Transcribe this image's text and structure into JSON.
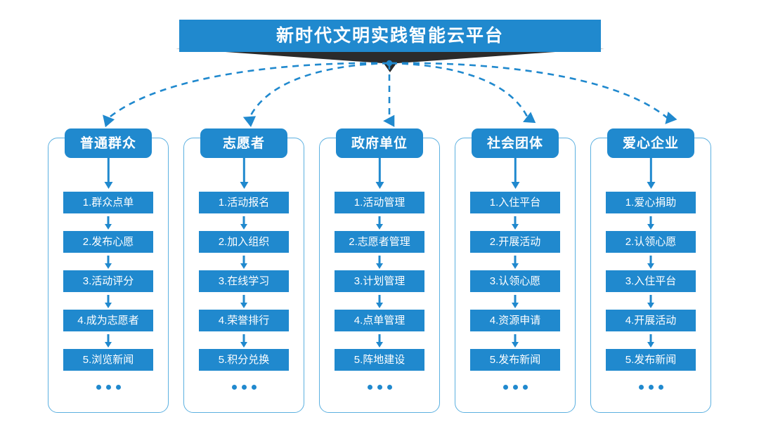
{
  "banner": {
    "title": "新时代文明实践智能云平台"
  },
  "columns": [
    {
      "header": "普通群众",
      "items": [
        "1.群众点单",
        "2.发布心愿",
        "3.活动评分",
        "4.成为志愿者",
        "5.浏览新闻"
      ],
      "more": "..."
    },
    {
      "header": "志愿者",
      "items": [
        "1.活动报名",
        "2.加入组织",
        "3.在线学习",
        "4.荣誉排行",
        "5.积分兑换"
      ],
      "more": "..."
    },
    {
      "header": "政府单位",
      "items": [
        "1.活动管理",
        "2.志愿者管理",
        "3.计划管理",
        "4.点单管理",
        "5.阵地建设"
      ],
      "more": "..."
    },
    {
      "header": "社会团体",
      "items": [
        "1.入住平台",
        "2.开展活动",
        "3.认领心愿",
        "4.资源申请",
        "5.发布新闻"
      ],
      "more": "..."
    },
    {
      "header": "爱心企业",
      "items": [
        "1.爱心捐助",
        "2.认领心愿",
        "3.入住平台",
        "4.开展活动",
        "5.发布新闻"
      ],
      "more": "..."
    }
  ],
  "colors": {
    "primary_blue": "#2089ce",
    "card_border": "#5cb0e0",
    "banner_shadow": "#2b2b2b",
    "background": "#ffffff"
  },
  "connectors": {
    "hub_label": "distribution-hub",
    "style": "dashed-curved-arrow",
    "count": 5
  }
}
